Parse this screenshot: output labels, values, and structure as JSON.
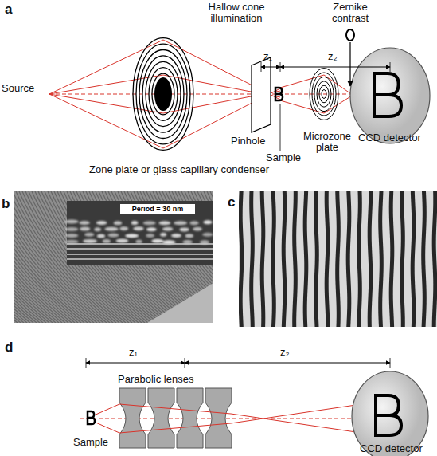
{
  "diagram": {
    "nodes": [
      {
        "text": [
          "Period = 30 nm"
        ]
      }
    ],
    "labels": [
      "a",
      "Hallow cone illumination",
      "Source",
      "Zone plate or glass capillary condenser",
      "z₁",
      "z₂",
      "Zernike contrast",
      "Pinhole",
      "Sample",
      "Microzone plate",
      "CCD detector",
      "b",
      "c",
      "d",
      "z₁",
      "z₂",
      "Parabolic lenses",
      "Sample",
      "CCD detector"
    ]
  }
}
